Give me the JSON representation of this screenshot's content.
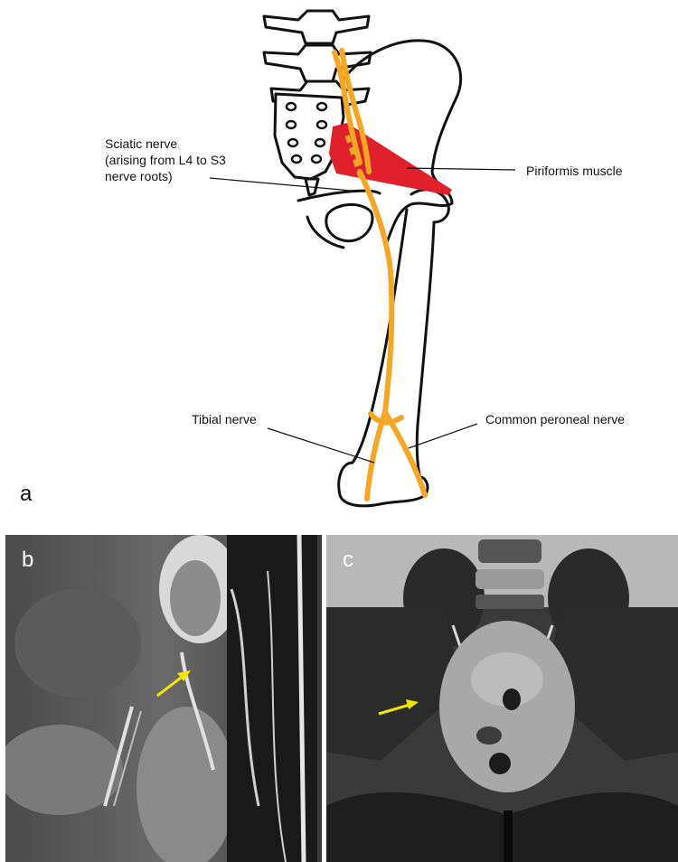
{
  "panel_a": {
    "letter": "a",
    "labels": {
      "sciatic_line1": "Sciatic nerve",
      "sciatic_line2": "(arising from L4 to S3",
      "sciatic_line3": "nerve roots)",
      "piriformis": "Piriformis muscle",
      "tibial": "Tibial nerve",
      "peroneal": "Common peroneal nerve"
    },
    "colors": {
      "nerve": "#F5A623",
      "muscle": "#E0202A",
      "outline": "#111111"
    }
  },
  "panel_b": {
    "letter": "b",
    "arrow_color": "#F2E600"
  },
  "panel_c": {
    "letter": "c",
    "arrow_color": "#F2E600"
  }
}
